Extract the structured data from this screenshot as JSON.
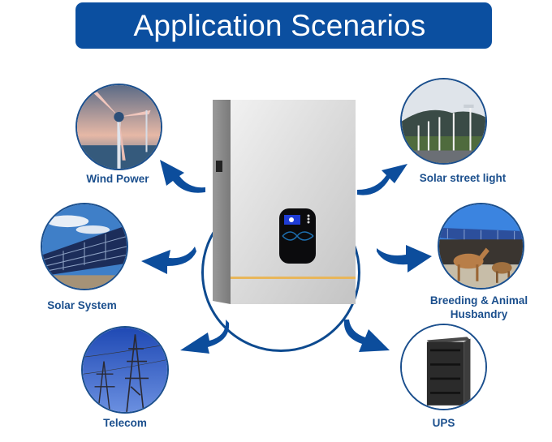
{
  "header": {
    "title": "Application Scenarios"
  },
  "colors": {
    "banner_bg": "#0b4fa0",
    "banner_text": "#ffffff",
    "label_text": "#1b4f8d",
    "arrow": "#0c4d9c",
    "ring": "#0d4a8f",
    "accent_stripe": "#e8b65a"
  },
  "product": {
    "name": "wall-mounted-battery",
    "screen": "lcd-display"
  },
  "scenarios": [
    {
      "id": "wind",
      "label": "Wind Power",
      "image": "wind-turbines"
    },
    {
      "id": "solar",
      "label": "Solar System",
      "image": "solar-panel-field"
    },
    {
      "id": "telecom",
      "label": "Telecom",
      "image": "transmission-towers"
    },
    {
      "id": "streetlight",
      "label": "Solar street light",
      "image": "solar-street-lamps"
    },
    {
      "id": "breeding",
      "label_line1": "Breeding & Animal",
      "label_line2": "Husbandry",
      "image": "horses-stable-solar-roof"
    },
    {
      "id": "ups",
      "label": "UPS",
      "image": "stacked-battery-cabinet"
    }
  ]
}
